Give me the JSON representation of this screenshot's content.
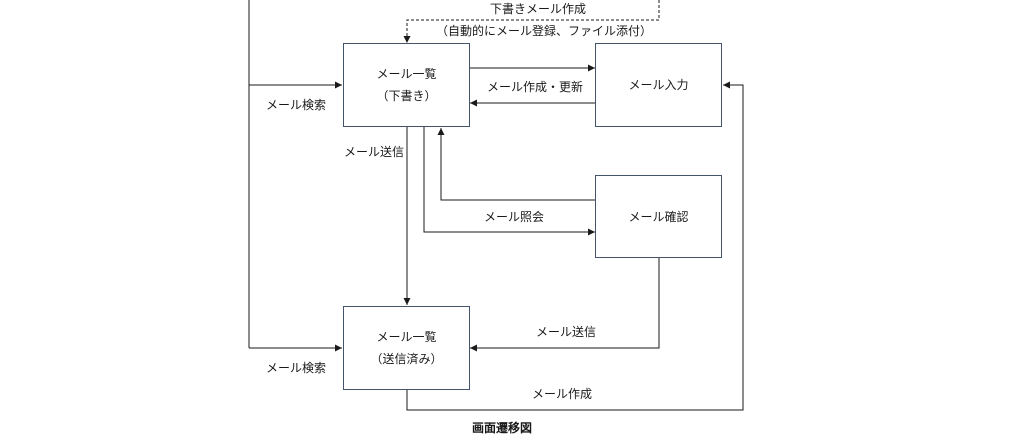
{
  "nodes": {
    "draft_list": {
      "line1": "メール一覧",
      "line2": "（下書き）"
    },
    "mail_input": {
      "line1": "メール入力"
    },
    "mail_confirm": {
      "line1": "メール確認"
    },
    "sent_list": {
      "line1": "メール一覧",
      "line2": "（送信済み）"
    }
  },
  "edges": {
    "draft_create_line1": "下書きメール作成",
    "draft_create_line2": "（自動的にメール登録、ファイル添付）",
    "search_top": "メール検索",
    "create_update": "メール作成・更新",
    "send_from_draft": "メール送信",
    "inquiry": "メール照会",
    "send_from_confirm": "メール送信",
    "search_bottom": "メール検索",
    "create_from_sent": "メール作成"
  },
  "caption": "画面遷移図"
}
